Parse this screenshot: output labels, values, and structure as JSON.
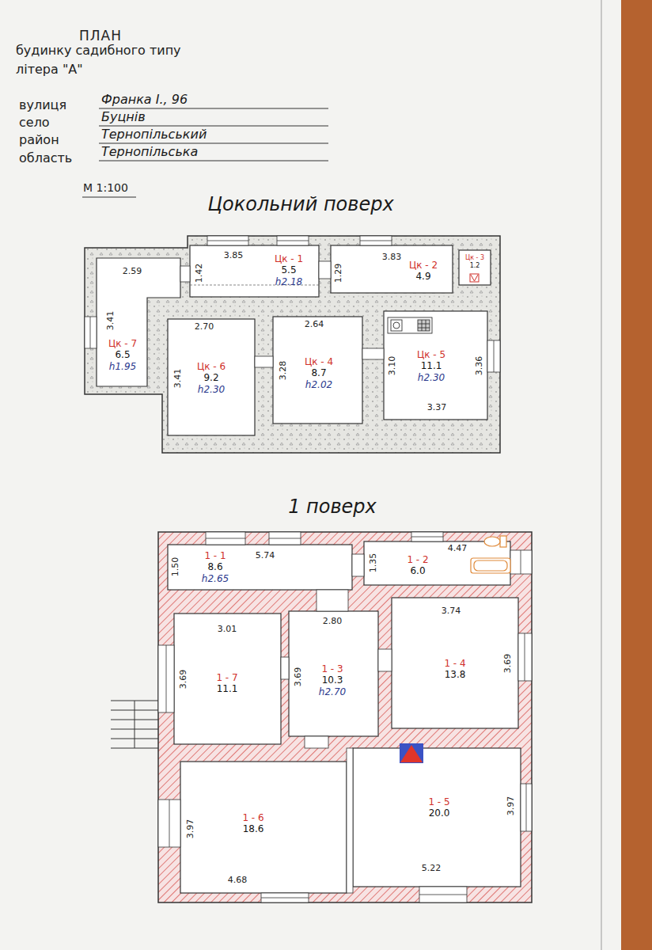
{
  "diagram": {
    "title": "ПЛАН",
    "nodes": [
      {
        "text": [
          "Цокольний поверх"
        ]
      },
      {
        "text": [
          "Цк - 7",
          "6.5",
          "h1.95"
        ],
        "in": 0
      },
      {
        "text": [
          "Цк - 1",
          "5.5",
          "h2.18"
        ],
        "in": 0
      },
      {
        "text": [
          "Цк - 2",
          "4.9"
        ],
        "in": 0
      },
      {
        "text": [
          "Цк - 3",
          "1.2"
        ],
        "in": 0
      },
      {
        "text": [
          "Цк - 6",
          "9.2",
          "h2.30"
        ],
        "in": 0
      },
      {
        "text": [
          "Цк - 4",
          "8.7",
          "h2.02"
        ],
        "in": 0
      },
      {
        "text": [
          "Цк - 5",
          "11.1",
          "h2.30"
        ],
        "in": 0
      },
      {
        "text": [
          "1 поверх"
        ]
      },
      {
        "text": [
          "1 - 1",
          "8.6",
          "h2.65"
        ],
        "in": 8
      },
      {
        "text": [
          "1 - 2",
          "6.0"
        ],
        "in": 8
      },
      {
        "text": [
          "1 - 7",
          "11.1"
        ],
        "in": 8
      },
      {
        "text": [
          "1 - 3",
          "10.3",
          "h2.70"
        ],
        "in": 8
      },
      {
        "text": [
          "1 - 4",
          "13.8"
        ],
        "in": 8
      },
      {
        "text": [
          "1 - 6",
          "18.6"
        ],
        "in": 8
      },
      {
        "text": [
          "1 - 5",
          "20.0"
        ],
        "in": 8
      }
    ],
    "labels": [
      "будинку садибного типу",
      "літера \"А\"",
      "вулиця",
      "Франка І., 96",
      "село",
      "Буцнів",
      "район",
      "Тернопільський",
      "область",
      "Тернопільська",
      "М 1:100",
      "2.59",
      "3.85",
      "1.42",
      "1.29",
      "3.83",
      "3.41",
      "2.70",
      "2.64",
      "3.10",
      "3.36",
      "3.41",
      "3.28",
      "3.37",
      "5.74",
      "1.50",
      "1.35",
      "4.47",
      "3.01",
      "2.80",
      "3.74",
      "3.69",
      "3.69",
      "3.69",
      "3.97",
      "3.97",
      "4.68",
      "5.22"
    ]
  }
}
